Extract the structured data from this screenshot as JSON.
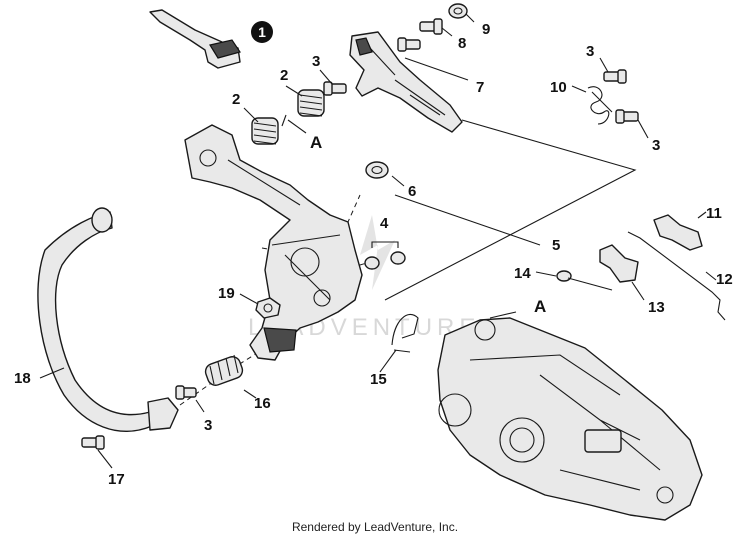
{
  "diagram": {
    "badge": "1",
    "callouts": [
      "2",
      "2",
      "3",
      "8",
      "9",
      "3",
      "10",
      "3",
      "7",
      "A",
      "6",
      "4",
      "5",
      "11",
      "12",
      "13",
      "14",
      "A",
      "19",
      "18",
      "15",
      "16",
      "3",
      "17"
    ],
    "watermark": "LEADVENTURE",
    "footer": "Rendered by LeadVenture, Inc."
  }
}
